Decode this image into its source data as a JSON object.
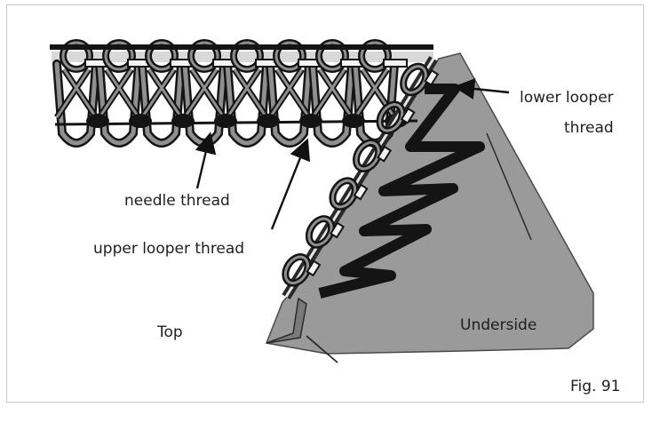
{
  "labels": {
    "lower_looper": [
      "lower looper",
      "thread"
    ],
    "needle_thread": "needle thread",
    "upper_looper": "upper looper thread",
    "top": "Top",
    "underside": "Underside",
    "fig": "Fig. 91"
  },
  "colors": {
    "thread_dark": "#141414",
    "thread_gray": "#8f8f8f",
    "fabric_gray": "#9a9a9a",
    "border": "#c9c9c9"
  }
}
